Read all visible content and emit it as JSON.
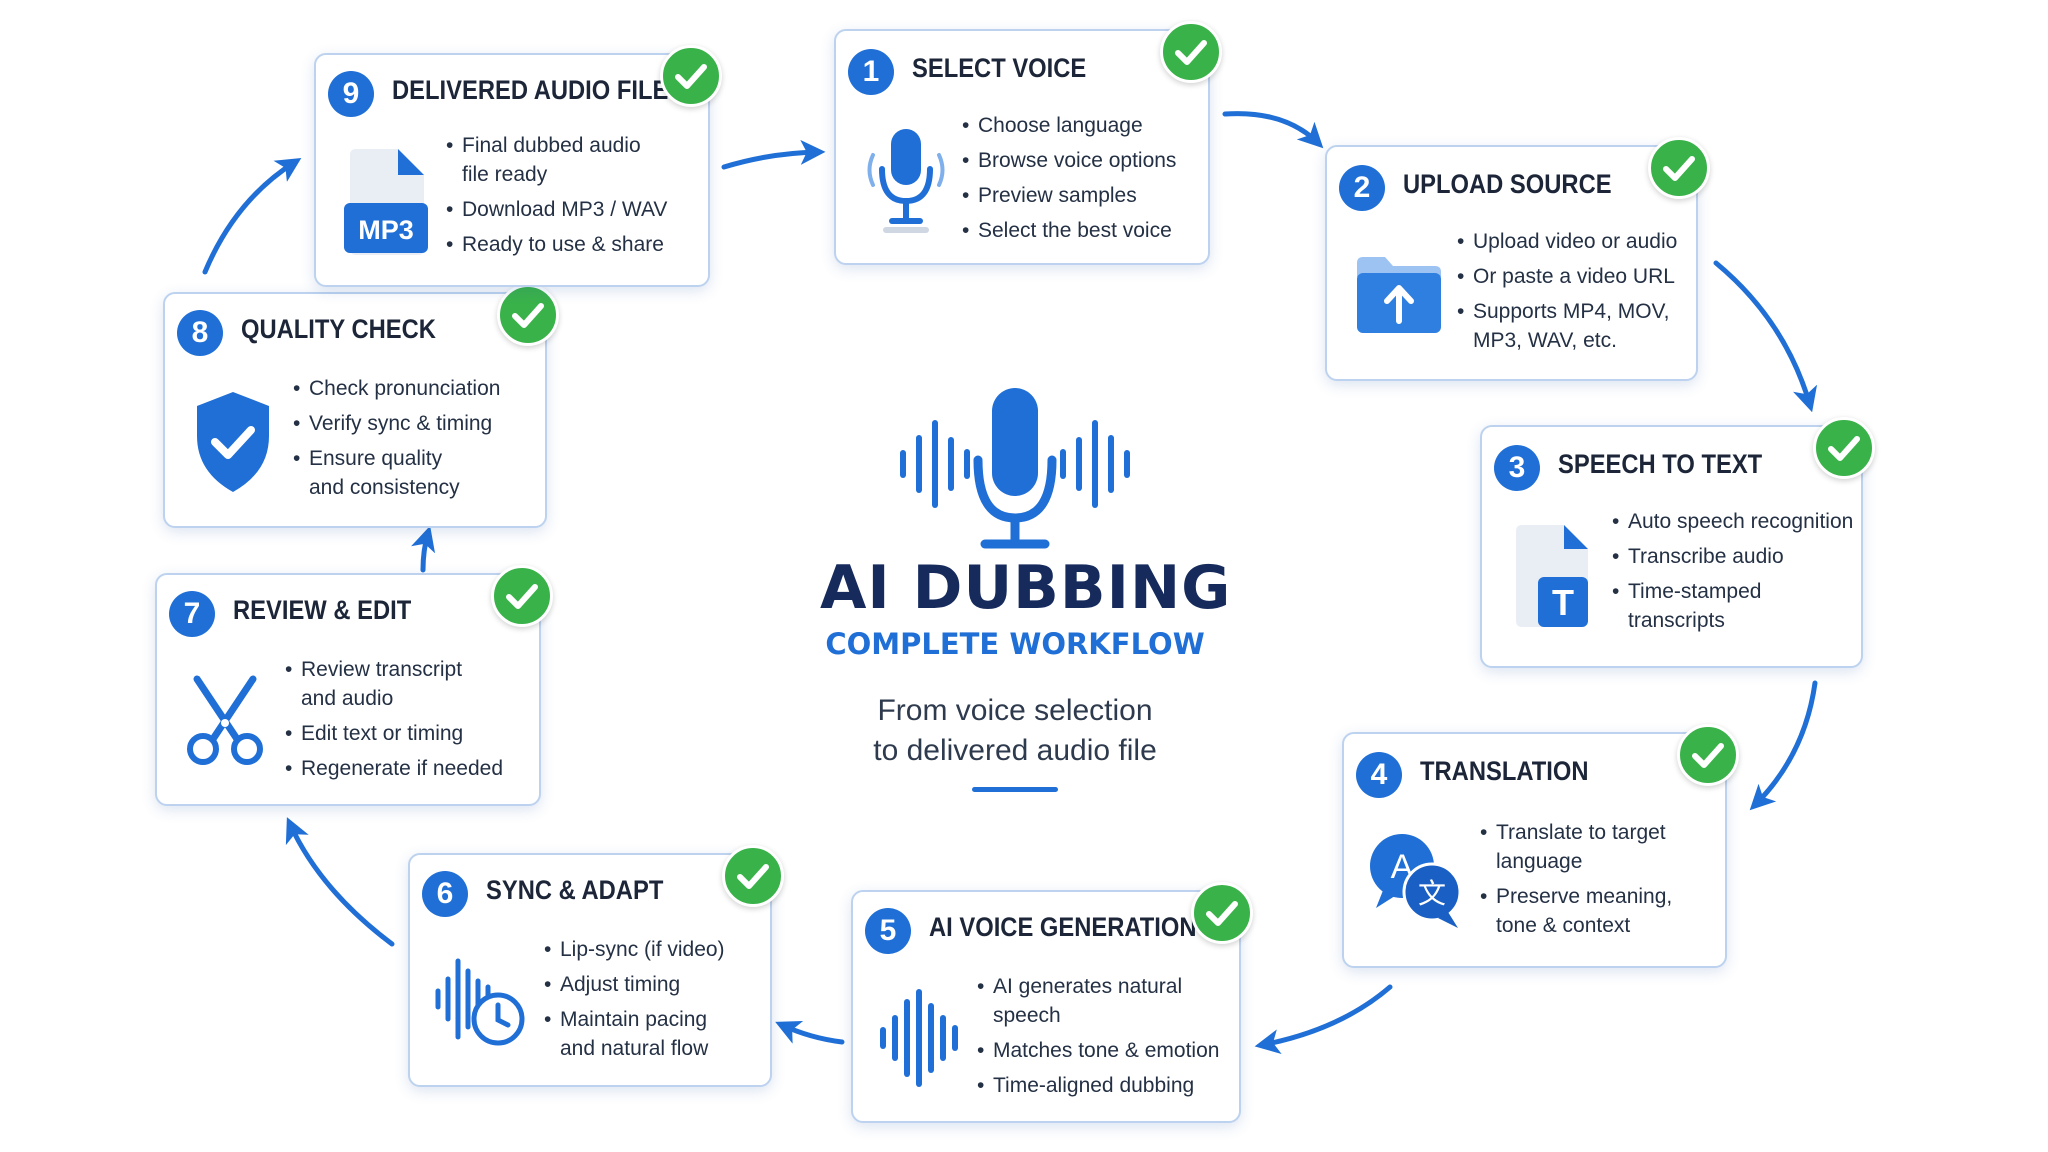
{
  "center": {
    "title": "AI DUBBING",
    "subtitle": "COMPLETE WORKFLOW",
    "tagline_line1": "From voice selection",
    "tagline_line2": "to delivered audio file",
    "icon": "microphone-waveform-icon"
  },
  "colors": {
    "accent": "#1f6fd6",
    "title_navy": "#162a5c",
    "check_green": "#3ab24a",
    "card_border": "#bcd2ef"
  },
  "steps": [
    {
      "number": "1",
      "title": "SELECT VOICE",
      "icon": "microphone-icon",
      "bullets": [
        "Choose language",
        "Browse voice options",
        "Preview samples",
        "Select the best voice"
      ]
    },
    {
      "number": "2",
      "title": "UPLOAD SOURCE",
      "icon": "folder-upload-icon",
      "bullets": [
        "Upload video or audio",
        "Or paste a video URL",
        "Supports MP4, MOV,\nMP3, WAV, etc."
      ]
    },
    {
      "number": "3",
      "title": "SPEECH TO TEXT",
      "icon": "text-document-icon",
      "icon_letter": "T",
      "bullets": [
        "Auto speech recognition",
        "Transcribe audio",
        "Time-stamped\ntranscripts"
      ]
    },
    {
      "number": "4",
      "title": "TRANSLATION",
      "icon": "translate-bubbles-icon",
      "icon_letters": [
        "A",
        "文"
      ],
      "bullets": [
        "Translate to target\nlanguage",
        "Preserve meaning,\ntone & context"
      ]
    },
    {
      "number": "5",
      "title": "AI VOICE GENERATION",
      "icon": "waveform-icon",
      "bullets": [
        "AI generates natural\nspeech",
        "Matches tone & emotion",
        "Time-aligned dubbing"
      ]
    },
    {
      "number": "6",
      "title": "SYNC & ADAPT",
      "icon": "waveform-clock-icon",
      "bullets": [
        "Lip-sync (if video)",
        "Adjust timing",
        "Maintain pacing\nand natural flow"
      ]
    },
    {
      "number": "7",
      "title": "REVIEW & EDIT",
      "icon": "scissors-icon",
      "bullets": [
        "Review transcript\nand audio",
        "Edit text or timing",
        "Regenerate if needed"
      ]
    },
    {
      "number": "8",
      "title": "QUALITY CHECK",
      "icon": "shield-check-icon",
      "bullets": [
        "Check pronunciation",
        "Verify sync & timing",
        "Ensure quality\nand consistency"
      ]
    },
    {
      "number": "9",
      "title": "DELIVERED AUDIO FILE",
      "icon": "mp3-file-icon",
      "icon_label": "MP3",
      "bullets": [
        "Final dubbed audio\nfile ready",
        "Download MP3 / WAV",
        "Ready to use & share"
      ]
    }
  ]
}
